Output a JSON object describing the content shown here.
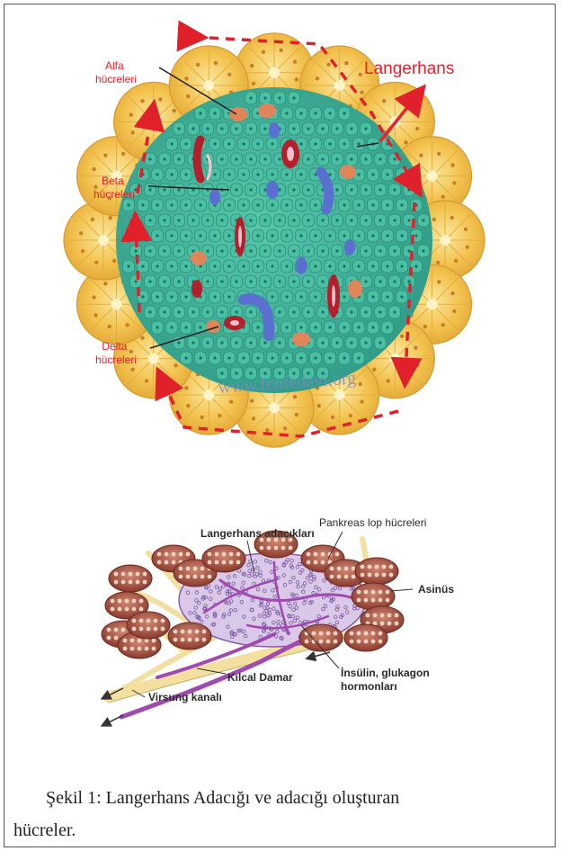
{
  "figure1": {
    "label_alfa": [
      "Alfa",
      "hücreleri"
    ],
    "label_beta": [
      "Beta",
      "hücreleri"
    ],
    "label_delta": [
      "Delta",
      "hücreleri"
    ],
    "label_langerhans": "Langerhans",
    "watermark": "www.fenfedavi.org"
  },
  "figure2": {
    "label_lop": "Pankreas lop hücreleri",
    "label_adaciklari": "Langerhans adacıkları",
    "label_asinus": "Asinüs",
    "label_insulin": [
      "İnsülin, glukagon",
      "hormonları"
    ],
    "label_kilcal": "Kılcal Damar",
    "label_virsung": "Virsung kanalı"
  },
  "caption": {
    "line1": "Şekil 1: Langerhans Adacığı ve adacığı oluşturan",
    "line2": "hücreler."
  },
  "colors": {
    "acinar_yellow": "#f2c24e",
    "beta_green": "#3fb59a",
    "alpha_orange": "#e0845a",
    "delta_blue": "#5a6fd0",
    "capillary_red": "#b3202c",
    "label_red": "#e0202a",
    "duct_cream": "#f3dfa0",
    "lobe_brown": "#9c4a3c",
    "vessel_purple": "#a04ab0"
  }
}
